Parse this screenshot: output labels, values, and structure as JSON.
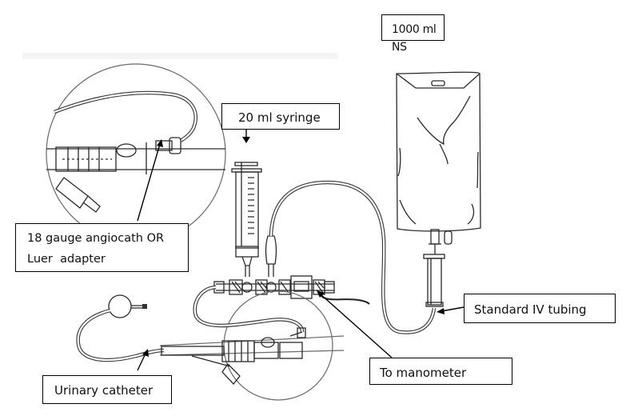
{
  "diagram": {
    "title": "Intravesical pressure measurement setup",
    "labels": {
      "saline_bag": "1000 ml NS",
      "syringe": "20 ml syringe",
      "angiocath_line1": "18 gauge angiocath OR",
      "angiocath_line2": "Luer  adapter",
      "iv_tubing": "Standard IV tubing",
      "manometer": "To manometer",
      "urinary_catheter": "Urinary catheter"
    },
    "components": [
      {
        "name": "saline-bag",
        "label": "1000 ml NS"
      },
      {
        "name": "syringe",
        "label": "20 ml syringe"
      },
      {
        "name": "stopcocks",
        "label": ""
      },
      {
        "name": "pressure-transducer",
        "label": "To manometer"
      },
      {
        "name": "iv-tubing",
        "label": "Standard IV tubing"
      },
      {
        "name": "angiocath-connector",
        "label": "18 gauge angiocath OR Luer adapter"
      },
      {
        "name": "urinary-catheter",
        "label": "Urinary catheter"
      }
    ],
    "colors": {
      "line": "#2a2a2a",
      "background": "#ffffff",
      "label_border": "#000000"
    }
  }
}
